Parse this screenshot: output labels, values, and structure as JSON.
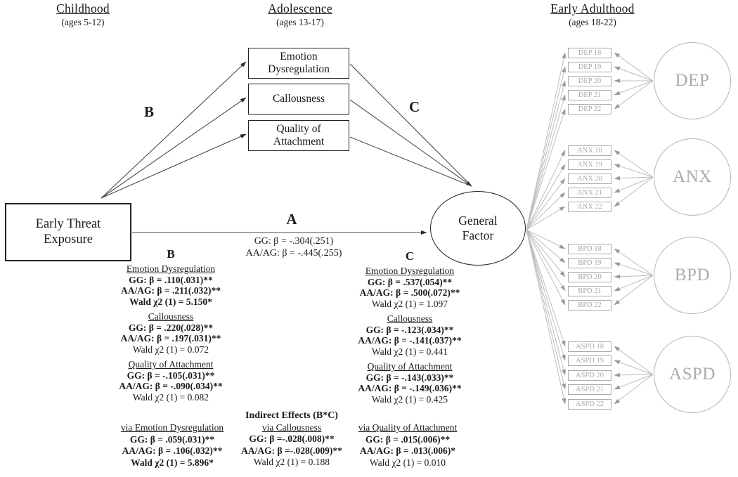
{
  "headers": {
    "childhood": {
      "title": "Childhood",
      "ages": "(ages 5-12)"
    },
    "adolescence": {
      "title": "Adolescence",
      "ages": "(ages 13-17)"
    },
    "early_adulthood": {
      "title": "Early Adulthood",
      "ages": "(ages 18-22)"
    }
  },
  "nodes": {
    "early_threat": "Early Threat Exposure",
    "mediators": [
      "Emotion Dysregulation",
      "Callousness",
      "Quality of Attachment"
    ],
    "general_factor": "General Factor"
  },
  "path_labels": {
    "a": "A",
    "b": "B",
    "c": "C"
  },
  "a_path": {
    "gg": "GG: β = -.304(.251)",
    "aa_ag": "AA/AG: β = -.445(.255)"
  },
  "stats_b": {
    "label": "B",
    "sections": [
      {
        "title": "Emotion Dysregulation",
        "gg": "GG: β = .110(.031)**",
        "aa": "AA/AG: β = .211(.032)**",
        "wald": "Wald χ2 (1) = 5.150*",
        "wald_bold": true
      },
      {
        "title": "Callousness",
        "gg": "GG: β = .220(.028)**",
        "aa": "AA/AG: β = .197(.031)**",
        "wald": "Wald χ2 (1) = 0.072",
        "wald_bold": false
      },
      {
        "title": "Quality of Attachment",
        "gg": "GG: β = -.105(.031)**",
        "aa": "AA/AG: β = -.090(.034)**",
        "wald": "Wald χ2 (1) = 0.082",
        "wald_bold": false
      }
    ]
  },
  "stats_c": {
    "label": "C",
    "sections": [
      {
        "title": "Emotion Dysregulation",
        "gg": "GG: β = .537(.054)**",
        "aa": "AA/AG: β = .500(.072)**",
        "wald": "Wald χ2 (1) = 1.097",
        "wald_bold": false
      },
      {
        "title": "Callousness",
        "gg": "GG: β = -.123(.034)**",
        "aa": "AA/AG: β = -.141(.037)**",
        "wald": "Wald χ2 (1) = 0.441",
        "wald_bold": false
      },
      {
        "title": "Quality of Attachment",
        "gg": "GG: β = -.143(.033)**",
        "aa": "AA/AG: β = -.149(.036)**",
        "wald": "Wald χ2 (1) = 0.425",
        "wald_bold": false
      }
    ]
  },
  "indirect": {
    "header": "Indirect Effects (B*C)",
    "blocks": [
      {
        "title": "via Emotion Dysregulation",
        "gg": "GG: β = .059(.031)**",
        "aa": "AA/AG: β = .106(.032)**",
        "wald": "Wald χ2 (1) = 5.896*",
        "wald_bold": true
      },
      {
        "title": "via Callousness",
        "gg": "GG: β =-.028(.008)**",
        "aa": "AA/AG: β =-.028(.009)**",
        "wald": "Wald χ2 (1) = 0.188",
        "wald_bold": false
      },
      {
        "title": "via Quality of Attachment",
        "gg": "GG: β = .015(.006)**",
        "aa": "AA/AG: β = .013(.006)*",
        "wald": "Wald χ2 (1) = 0.010",
        "wald_bold": false
      }
    ]
  },
  "indicators": {
    "groups": [
      {
        "factor": "DEP",
        "items": [
          "DEP 18",
          "DEP 19",
          "DEP 20",
          "DEP 21",
          "DEP 22"
        ]
      },
      {
        "factor": "ANX",
        "items": [
          "ANX 18",
          "ANX 19",
          "ANX 20",
          "ANX 21",
          "ANX 22"
        ]
      },
      {
        "factor": "BPD",
        "items": [
          "BPD 18",
          "BPD 19",
          "BPD 20",
          "BPD 21",
          "BPD 22"
        ]
      },
      {
        "factor": "ASPD",
        "items": [
          "ASPD 18",
          "ASPD 19",
          "ASPD 20",
          "ASPD 21",
          "ASPD 22"
        ]
      }
    ]
  },
  "colors": {
    "diagram_ink": "#1a1a1a",
    "measurement_gray": "#b4b4b4"
  }
}
